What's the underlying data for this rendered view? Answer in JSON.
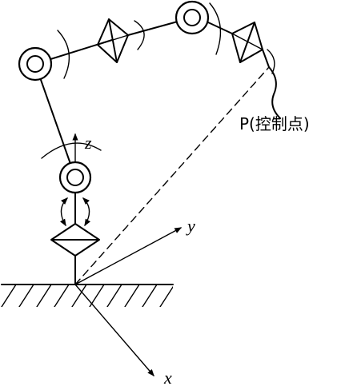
{
  "labels": {
    "control_point": "P(控制点)",
    "axis_x": "x",
    "axis_y": "y",
    "axis_z": "z"
  }
}
